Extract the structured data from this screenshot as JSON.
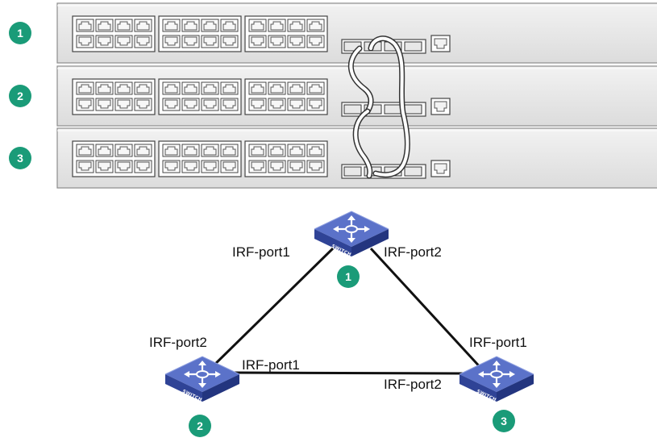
{
  "colors": {
    "badge": "#1a9b78",
    "chassis": "#e6e6e6",
    "chassis_edge": "#8d8d8d",
    "switch_top": "#5b72c9",
    "switch_side": "#2c3f94",
    "link": "#111111"
  },
  "devices": [
    {
      "number": "1",
      "icon": "switch-icon",
      "switch_text": "SWITCH"
    },
    {
      "number": "2",
      "icon": "switch-icon",
      "switch_text": "SWITCH"
    },
    {
      "number": "3",
      "icon": "switch-icon",
      "switch_text": "SWITCH"
    }
  ],
  "chassis_units": [
    {
      "number": "1"
    },
    {
      "number": "2"
    },
    {
      "number": "3"
    }
  ],
  "links": [
    {
      "from": "1",
      "from_port": "IRF-port1",
      "to": "2",
      "to_port": "IRF-port2"
    },
    {
      "from": "1",
      "from_port": "IRF-port2",
      "to": "3",
      "to_port": "IRF-port1"
    },
    {
      "from": "2",
      "from_port": "IRF-port1",
      "to": "3",
      "to_port": "IRF-port2"
    }
  ]
}
